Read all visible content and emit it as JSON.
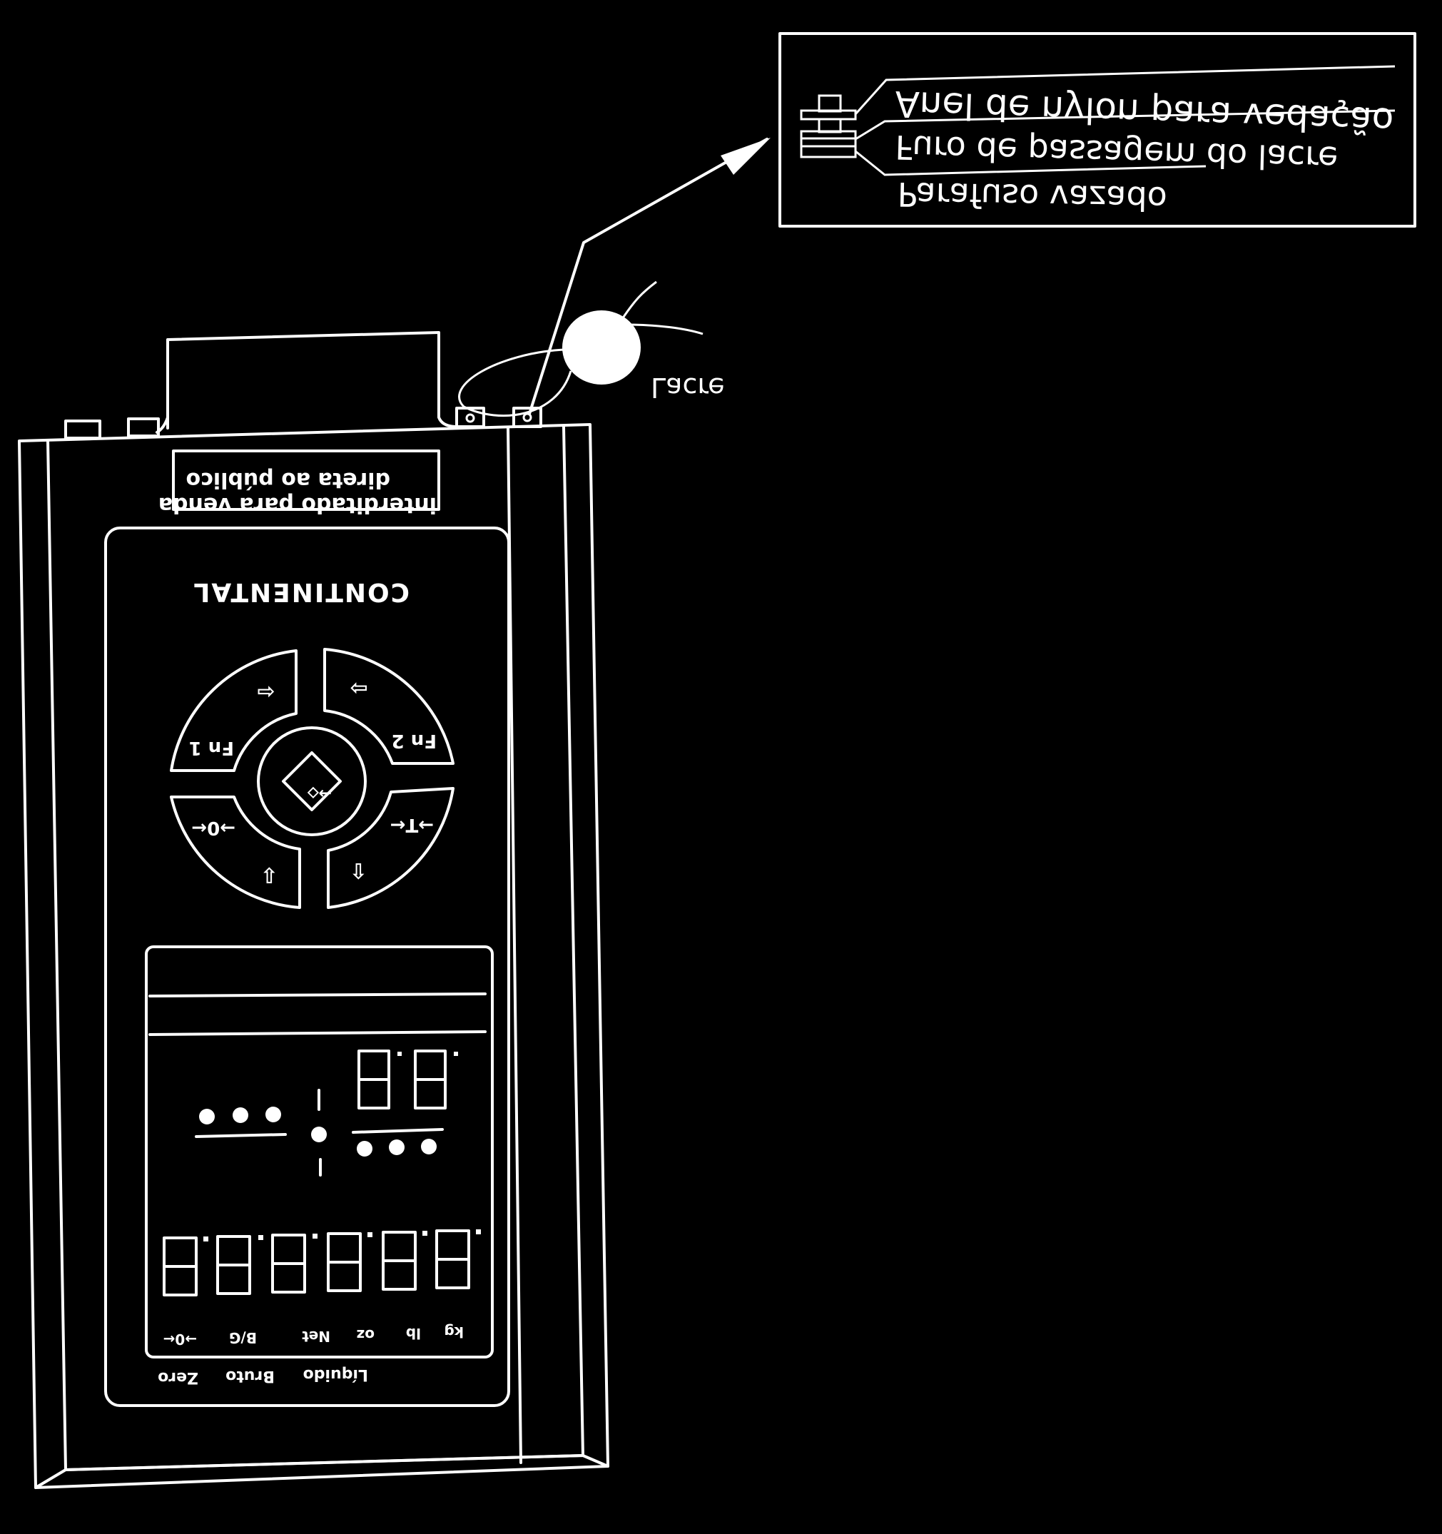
{
  "callout": {
    "label_anel": "Anel de nylon para vedação",
    "label_furo": "Furo de passagem do lacre",
    "label_parafuso": "Parafuso vazado"
  },
  "seal": {
    "label": "Lacre"
  },
  "device": {
    "top_label_line1": "direta ao público",
    "top_label_line2": "interditado para venda",
    "brand": "CONTINENTAL",
    "keys": {
      "fn1": "Fn 1",
      "fn2": "Fn 2",
      "zero_key": "→0←",
      "tare_key": "→T←",
      "enter_key": "→⬦",
      "arrow_left": "⇦",
      "arrow_right": "⇨",
      "arrow_down": "⇩",
      "arrow_up": "⇧"
    },
    "indicators": [
      "→0←",
      "B/G",
      "Net",
      "oz",
      "lb",
      "kg"
    ],
    "bottom_labels": [
      "Zero",
      "Bruto",
      "Líquido"
    ]
  },
  "colors": {
    "background": "#000000",
    "line": "#ffffff"
  }
}
